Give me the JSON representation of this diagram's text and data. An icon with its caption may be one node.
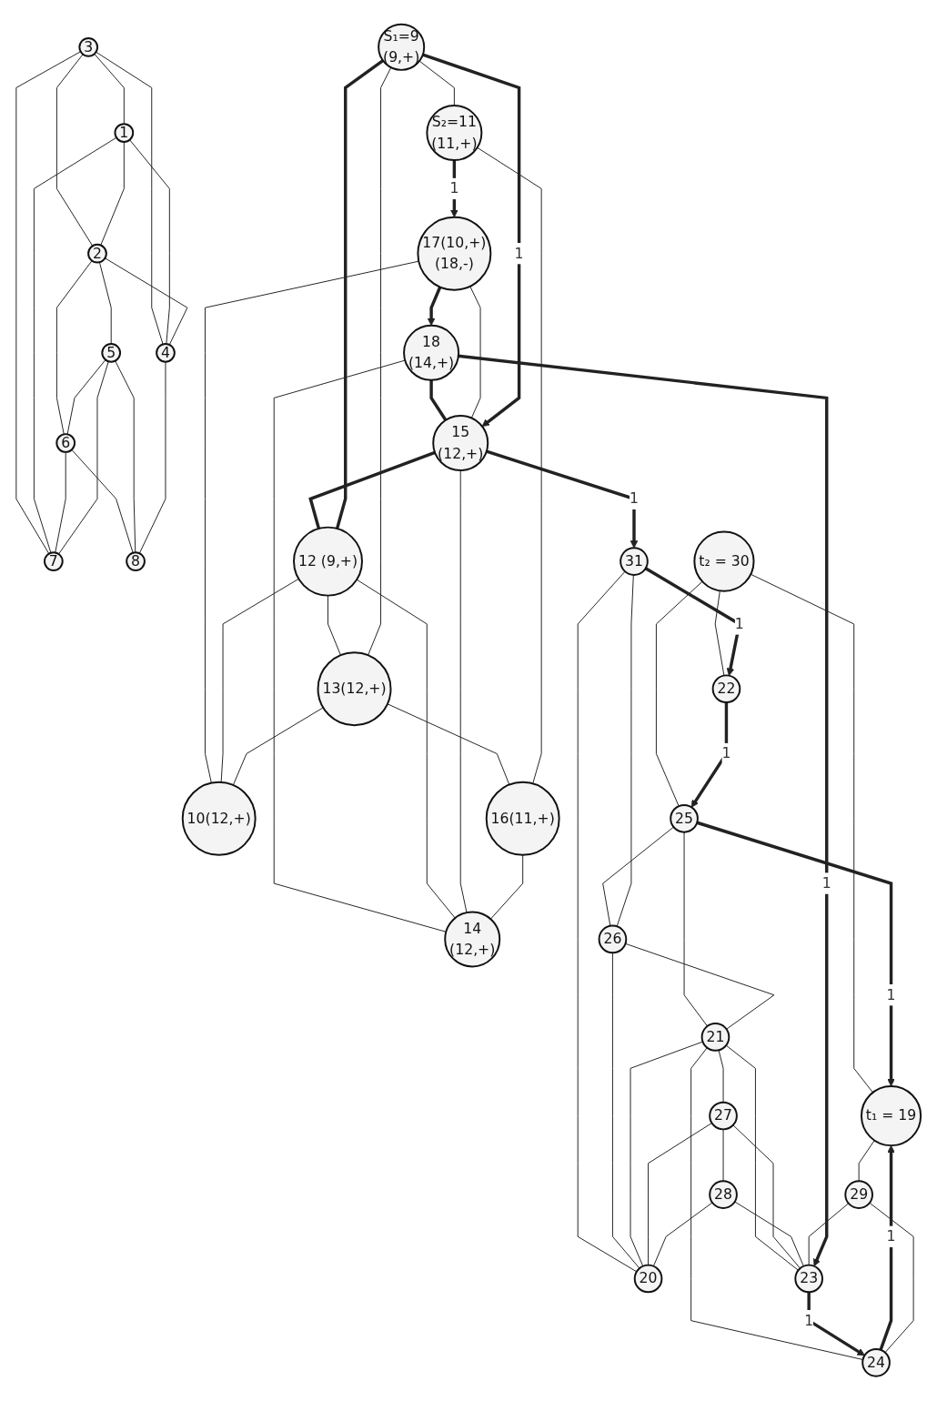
{
  "diagram": {
    "nodes": [
      {
        "text": [
          "1"
        ]
      },
      {
        "text": [
          "2"
        ]
      },
      {
        "text": [
          "3"
        ]
      },
      {
        "text": [
          "4"
        ]
      },
      {
        "text": [
          "5"
        ]
      },
      {
        "text": [
          "6"
        ]
      },
      {
        "text": [
          "7"
        ]
      },
      {
        "text": [
          "8"
        ]
      },
      {
        "text": [
          "S₁=9",
          "(9,+)"
        ]
      },
      {
        "text": [
          "10(12,+)"
        ]
      },
      {
        "text": [
          "S₂=11",
          "(11,+)"
        ]
      },
      {
        "text": [
          "12 (9,+)"
        ]
      },
      {
        "text": [
          "13(12,+)"
        ]
      },
      {
        "text": [
          "14",
          "(12,+)"
        ]
      },
      {
        "text": [
          "15",
          "(12,+)"
        ]
      },
      {
        "text": [
          "16(11,+)"
        ]
      },
      {
        "text": [
          "17(10,+)",
          "(18,-)"
        ]
      },
      {
        "text": [
          "18",
          "(14,+)"
        ]
      },
      {
        "text": [
          "t₁ = 19"
        ]
      },
      {
        "text": [
          "20"
        ]
      },
      {
        "text": [
          "21"
        ]
      },
      {
        "text": [
          "22"
        ]
      },
      {
        "text": [
          "23"
        ]
      },
      {
        "text": [
          "24"
        ]
      },
      {
        "text": [
          "25"
        ]
      },
      {
        "text": [
          "26"
        ]
      },
      {
        "text": [
          "27"
        ]
      },
      {
        "text": [
          "28"
        ]
      },
      {
        "text": [
          "29"
        ]
      },
      {
        "text": [
          "t₂ = 30"
        ]
      },
      {
        "text": [
          "31"
        ]
      }
    ],
    "edges": [
      {
        "from": 2,
        "to": 3,
        "arrow": "none"
      },
      {
        "from": 2,
        "to": 0,
        "arrow": "none"
      },
      {
        "from": 2,
        "to": 1,
        "arrow": "none"
      },
      {
        "from": 2,
        "to": 6,
        "arrow": "none"
      },
      {
        "from": 0,
        "to": 3,
        "arrow": "none"
      },
      {
        "from": 0,
        "to": 1,
        "arrow": "none"
      },
      {
        "from": 0,
        "to": 6,
        "arrow": "none"
      },
      {
        "from": 1,
        "to": 3,
        "arrow": "none"
      },
      {
        "from": 1,
        "to": 5,
        "arrow": "none"
      },
      {
        "from": 1,
        "to": 4,
        "arrow": "none"
      },
      {
        "from": 5,
        "to": 6,
        "arrow": "none"
      },
      {
        "from": 4,
        "to": 5,
        "arrow": "none"
      },
      {
        "from": 5,
        "to": 7,
        "arrow": "none"
      },
      {
        "from": 4,
        "to": 6,
        "arrow": "none"
      },
      {
        "from": 4,
        "to": 7,
        "arrow": "none"
      },
      {
        "from": 3,
        "to": 7,
        "arrow": "none"
      },
      {
        "from": 29,
        "to": 21,
        "arrow": "none"
      },
      {
        "from": 29,
        "to": 24,
        "arrow": "none"
      },
      {
        "from": 29,
        "to": 18,
        "arrow": "none"
      },
      {
        "from": 21,
        "to": 24,
        "arrow": "to",
        "label": "1",
        "style": "thick"
      },
      {
        "from": 30,
        "to": 21,
        "arrow": "to",
        "label": "1",
        "style": "thick"
      },
      {
        "from": 24,
        "to": 18,
        "arrow": "to",
        "label": "1",
        "style": "thick"
      },
      {
        "from": 24,
        "to": 25,
        "arrow": "none"
      },
      {
        "from": 24,
        "to": 20,
        "arrow": "none"
      },
      {
        "from": 30,
        "to": 25,
        "arrow": "none"
      },
      {
        "from": 30,
        "to": 19,
        "arrow": "none"
      },
      {
        "from": 14,
        "to": 30,
        "arrow": "to",
        "label": "1",
        "style": "thick"
      },
      {
        "from": 25,
        "to": 20,
        "arrow": "none"
      },
      {
        "from": 25,
        "to": 19,
        "arrow": "none"
      },
      {
        "from": 20,
        "to": 19,
        "arrow": "none"
      },
      {
        "from": 20,
        "to": 23,
        "arrow": "none"
      },
      {
        "from": 20,
        "to": 22,
        "arrow": "none"
      },
      {
        "from": 20,
        "to": 26,
        "arrow": "none"
      },
      {
        "from": 26,
        "to": 19,
        "arrow": "none"
      },
      {
        "from": 26,
        "to": 22,
        "arrow": "none"
      },
      {
        "from": 26,
        "to": 27,
        "arrow": "none"
      },
      {
        "from": 27,
        "to": 19,
        "arrow": "none"
      },
      {
        "from": 27,
        "to": 22,
        "arrow": "none"
      },
      {
        "from": 23,
        "to": 18,
        "arrow": "to",
        "label": "1",
        "style": "thick"
      },
      {
        "from": 22,
        "to": 23,
        "arrow": "to",
        "label": "1",
        "style": "thick"
      },
      {
        "from": 23,
        "to": 28,
        "arrow": "none"
      },
      {
        "from": 18,
        "to": 28,
        "arrow": "none"
      },
      {
        "from": 28,
        "to": 22,
        "arrow": "none"
      },
      {
        "from": 17,
        "to": 22,
        "arrow": "to",
        "label": "1",
        "style": "thick"
      },
      {
        "from": 16,
        "to": 17,
        "arrow": "to",
        "style": "thick"
      },
      {
        "from": 17,
        "to": 14,
        "arrow": "none",
        "style": "thick"
      },
      {
        "from": 17,
        "to": 13,
        "arrow": "none"
      },
      {
        "from": 11,
        "to": 13,
        "arrow": "none"
      },
      {
        "from": 16,
        "to": 14,
        "arrow": "none"
      },
      {
        "from": 16,
        "to": 9,
        "arrow": "none"
      },
      {
        "from": 10,
        "to": 16,
        "arrow": "to",
        "label": "1",
        "style": "thick"
      },
      {
        "from": 8,
        "to": 14,
        "arrow": "to",
        "label": "1",
        "style": "thick"
      },
      {
        "from": 14,
        "to": 11,
        "arrow": "none",
        "style": "thick"
      },
      {
        "from": 14,
        "to": 13,
        "arrow": "none"
      },
      {
        "from": 11,
        "to": 12,
        "arrow": "none"
      },
      {
        "from": 12,
        "to": 15,
        "arrow": "none"
      },
      {
        "from": 15,
        "to": 13,
        "arrow": "none"
      },
      {
        "from": 11,
        "to": 9,
        "arrow": "none"
      },
      {
        "from": 11,
        "to": 8,
        "arrow": "none",
        "style": "thick"
      },
      {
        "from": 12,
        "to": 9,
        "arrow": "none"
      },
      {
        "from": 12,
        "to": 8,
        "arrow": "none"
      },
      {
        "from": 8,
        "to": 10,
        "arrow": "none"
      },
      {
        "from": 10,
        "to": 15,
        "arrow": "none"
      }
    ]
  }
}
